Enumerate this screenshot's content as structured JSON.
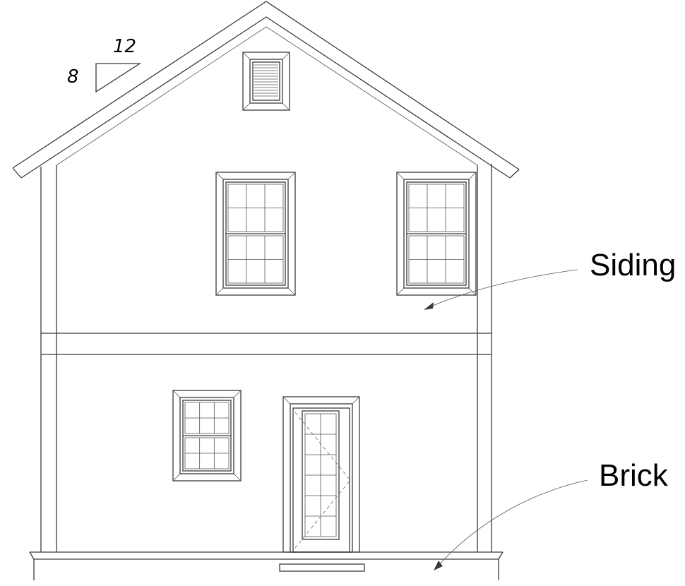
{
  "labels": {
    "siding": "Siding",
    "brick": "Brick"
  },
  "roof_pitch": {
    "rise": "8",
    "run": "12"
  },
  "colors": {
    "line": "#3a3a3a",
    "background": "#ffffff"
  }
}
